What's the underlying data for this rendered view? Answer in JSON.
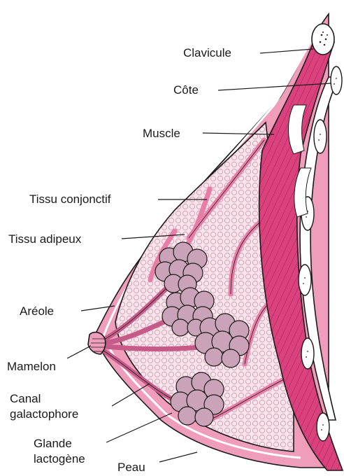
{
  "labels": {
    "clavicule": "Clavicule",
    "cote": "Côte",
    "muscle": "Muscle",
    "tissu_conjonctif": "Tissu conjonctif",
    "tissu_adipeux": "Tissu adipeux",
    "areole": "Aréole",
    "mamelon": "Mamelon",
    "canal_line1": "Canal",
    "canal_line2": "galactophore",
    "glande_line1": "Glande",
    "glande_line2": "lactogène",
    "peau": "Peau"
  },
  "colors": {
    "skin_pink": "#ef9dba",
    "muscle_magenta": "#d9427c",
    "fat_pale": "#fbe4ec",
    "lobule_mauve": "#caa3b8",
    "bone_white": "#ffffff",
    "outline": "#1a1a1a"
  }
}
